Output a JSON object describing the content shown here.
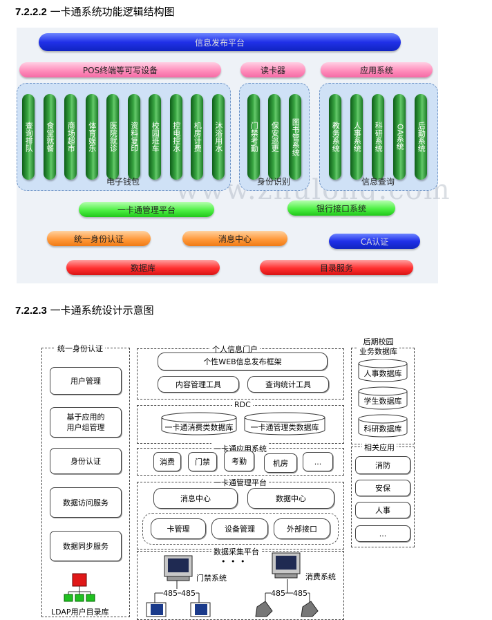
{
  "section1": {
    "number": "7.2.2.2",
    "title": "一卡通系统功能逻辑结构图"
  },
  "fig1": {
    "top_bar": "信息发布平台",
    "pos_header": "POS终端等可写设备",
    "reader_header": "读卡器",
    "app_header": "应用系统",
    "wallet_items": [
      "查询排队",
      "食堂就餐",
      "商场超市",
      "体育娱乐",
      "医院就诊",
      "资料复印",
      "校园班车",
      "控电控水",
      "机房计费",
      "沐浴用水"
    ],
    "wallet_label": "电子钱包",
    "id_items": [
      "门禁考勤",
      "保安巡更",
      "图书管系统"
    ],
    "id_label": "身份识别",
    "info_items": [
      "教务系统",
      "人事系统",
      "科研系统",
      "OA系统",
      "后勤系统"
    ],
    "info_label": "信息查询",
    "mgmt_platform": "一卡通管理平台",
    "bank_interface": "银行接口系统",
    "unified_auth": "统一身份认证",
    "message_center": "消息中心",
    "ca": "CA认证",
    "database": "数据库",
    "directory": "目录服务",
    "watermark": "www.zhulong.com"
  },
  "section2": {
    "number": "7.2.2.3",
    "title": "一卡通系统设计示意图"
  },
  "fig2": {
    "auth_title": "统一身份认证",
    "auth_items": [
      "用户管理",
      "基于应用的\n用户组管理",
      "身份认证",
      "数据访问服务",
      "数据同步服务"
    ],
    "ldap_label": "LDAP用户目录库",
    "portal_title": "个人信息门户",
    "portal_frame": "个性WEB信息发布框架",
    "portal_tools": [
      "内容管理工具",
      "查询统计工具"
    ],
    "rdc_title": "RDC",
    "rdc_dbs": [
      "一卡通消费类数据库",
      "一卡通管理类数据库"
    ],
    "apps_title": "一卡通应用系统",
    "apps": [
      "消费",
      "门禁",
      "考勤",
      "机房",
      "..."
    ],
    "mgmt_title": "一卡通管理平台",
    "mgmt_centers": [
      "消息中心",
      "数据中心"
    ],
    "mgmt_modules": [
      "卡管理",
      "设备管理",
      "外部接口"
    ],
    "collect_title": "数据采集平台",
    "collect_dots": "• • •",
    "access_system": "门禁系统",
    "consume_system": "消费系统",
    "bus_label": "485",
    "campus_title": "后期校园\n业务数据库",
    "campus_dbs": [
      "人事数据库",
      "学生数据库",
      "科研数据库"
    ],
    "related_title": "相关应用",
    "related_items": [
      "消防",
      "安保",
      "人事",
      "..."
    ]
  }
}
